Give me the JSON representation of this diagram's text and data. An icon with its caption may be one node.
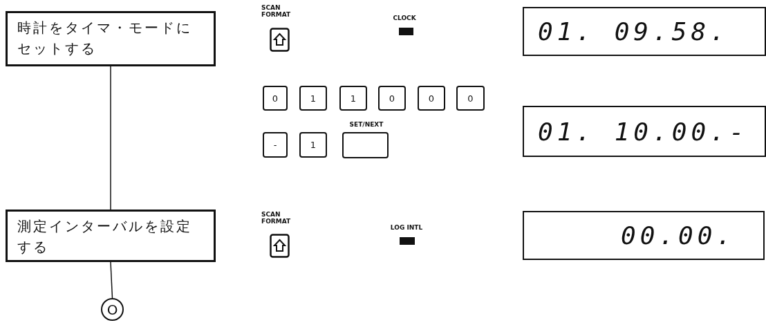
{
  "diagram": {
    "nodes": [
      {
        "text": [
          "時計をタイマ・モードにセットする"
        ]
      },
      {
        "text": [
          "01. 09.58."
        ]
      },
      {
        "text": [
          "01. 10.00.-"
        ]
      },
      {
        "text": [
          "測定インターバルを設定する"
        ]
      },
      {
        "text": [
          "00.00."
        ]
      },
      {
        "text": [
          "O"
        ]
      }
    ],
    "edges": [
      {
        "from": 0,
        "to": 3,
        "arrow": "none"
      },
      {
        "from": 3,
        "to": 5,
        "arrow": "none"
      }
    ],
    "labels": [
      "SCAN FORMAT",
      "CLOCK",
      "0",
      "1",
      "1",
      "0",
      "0",
      "0",
      "-",
      "1",
      "SET/NEXT",
      "SCAN FORMAT",
      "LOG INTL"
    ]
  }
}
